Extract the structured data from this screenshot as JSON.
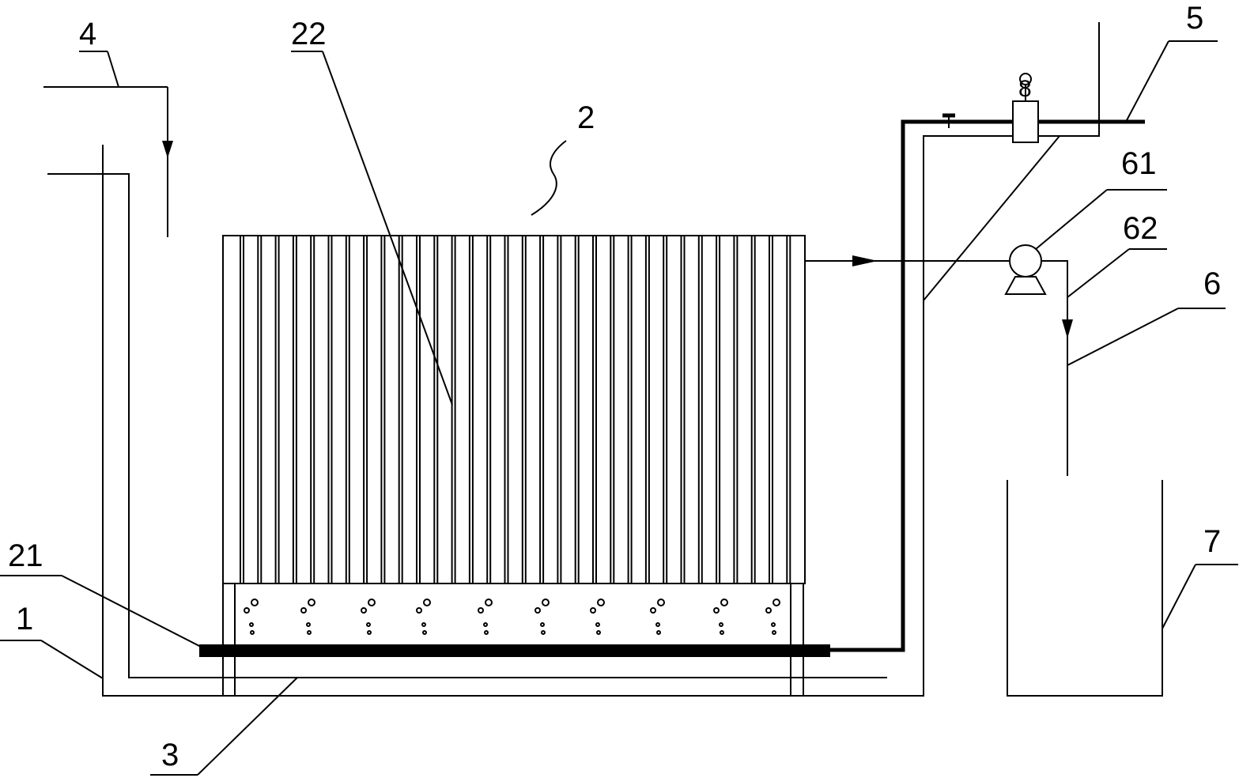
{
  "labels": {
    "l1": "1",
    "l2": "2",
    "l3": "3",
    "l4": "4",
    "l5": "5",
    "l6": "6",
    "l7": "7",
    "l21": "21",
    "l22": "22",
    "l61": "61",
    "l62": "62",
    "l8": "8"
  }
}
